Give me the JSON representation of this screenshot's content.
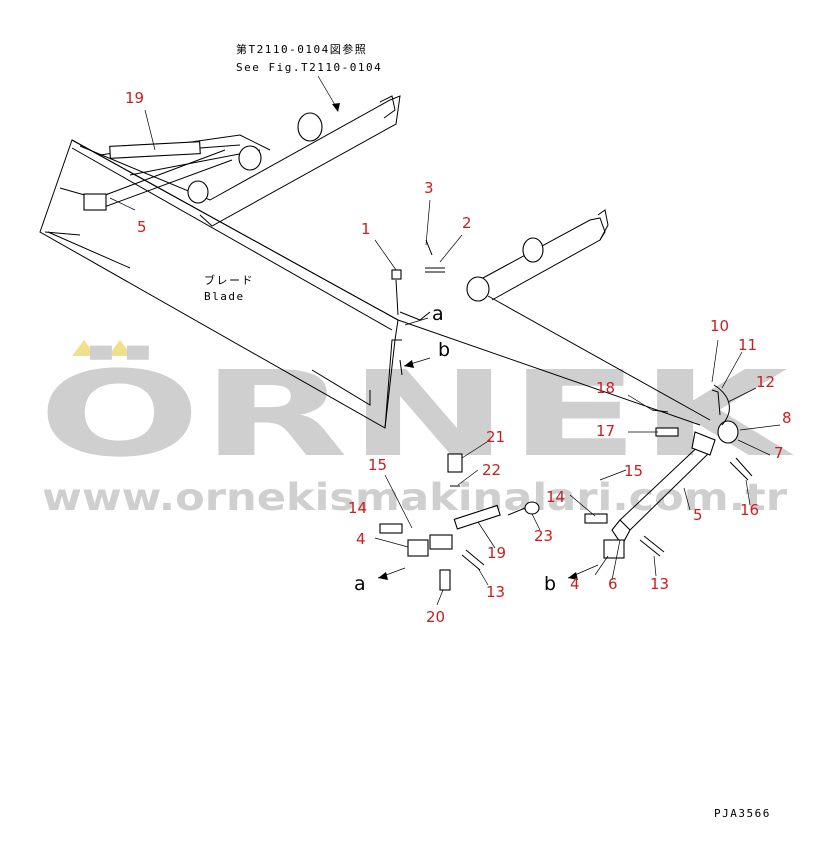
{
  "reference": {
    "jp": "第T2110-0104図参照",
    "en": "See Fig.T2110-0104"
  },
  "blade_label": {
    "jp": "ブレード",
    "en": "Blade"
  },
  "drawing_code": "PJA3566",
  "watermark": {
    "brand": "ÖRNEK",
    "url": "www.ornekismakinalari.com.tr",
    "accent_color": "#f2df8c",
    "text_color": "#cfcfcf"
  },
  "callout_color": "#c8201e",
  "callouts": {
    "c19_top": "19",
    "c5_left": "5",
    "c3": "3",
    "c1": "1",
    "c2": "2",
    "c10": "10",
    "c11": "11",
    "c12": "12",
    "c18": "18",
    "c8": "8",
    "c17": "17",
    "c7": "7",
    "c21": "21",
    "c15_left": "15",
    "c22": "22",
    "c15_right": "15",
    "c14_left": "14",
    "c14_right": "14",
    "c5_right": "5",
    "c16": "16",
    "c23": "23",
    "c4_left": "4",
    "c19_mid": "19",
    "c13_left": "13",
    "c20": "20",
    "c4_right": "4",
    "c6": "6",
    "c13_right": "13"
  },
  "view_letters": {
    "a_top": "a",
    "b_top": "b",
    "a_bottom": "a",
    "b_bottom": "b"
  }
}
